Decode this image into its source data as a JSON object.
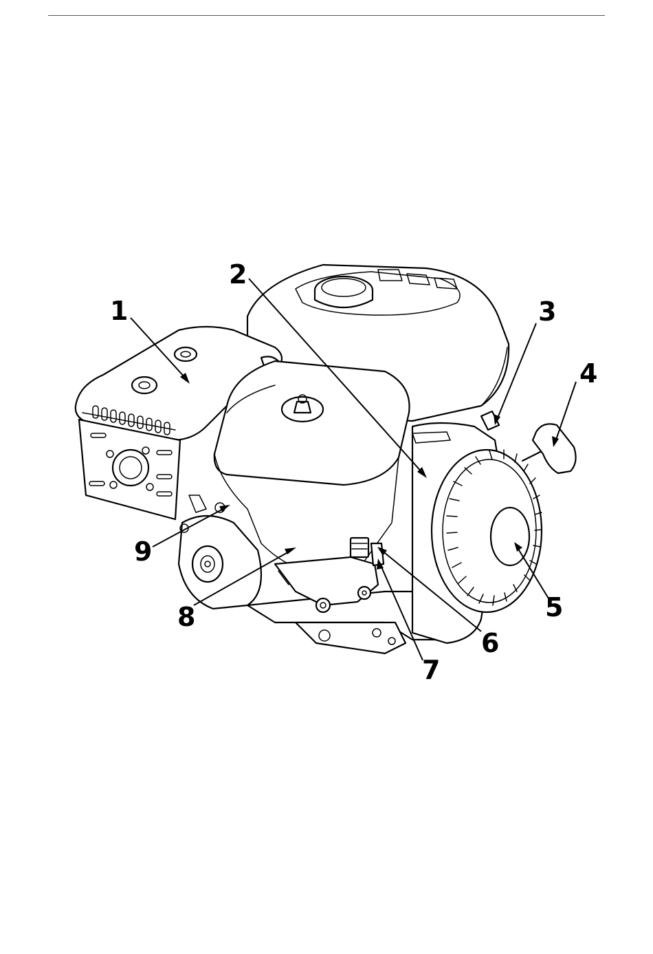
{
  "figure": {
    "callouts": [
      {
        "id": "1",
        "label": "1"
      },
      {
        "id": "2",
        "label": "2"
      },
      {
        "id": "3",
        "label": "3"
      },
      {
        "id": "4",
        "label": "4"
      },
      {
        "id": "5",
        "label": "5"
      },
      {
        "id": "6",
        "label": "6"
      },
      {
        "id": "7",
        "label": "7"
      },
      {
        "id": "8",
        "label": "8"
      },
      {
        "id": "9",
        "label": "9"
      }
    ]
  }
}
